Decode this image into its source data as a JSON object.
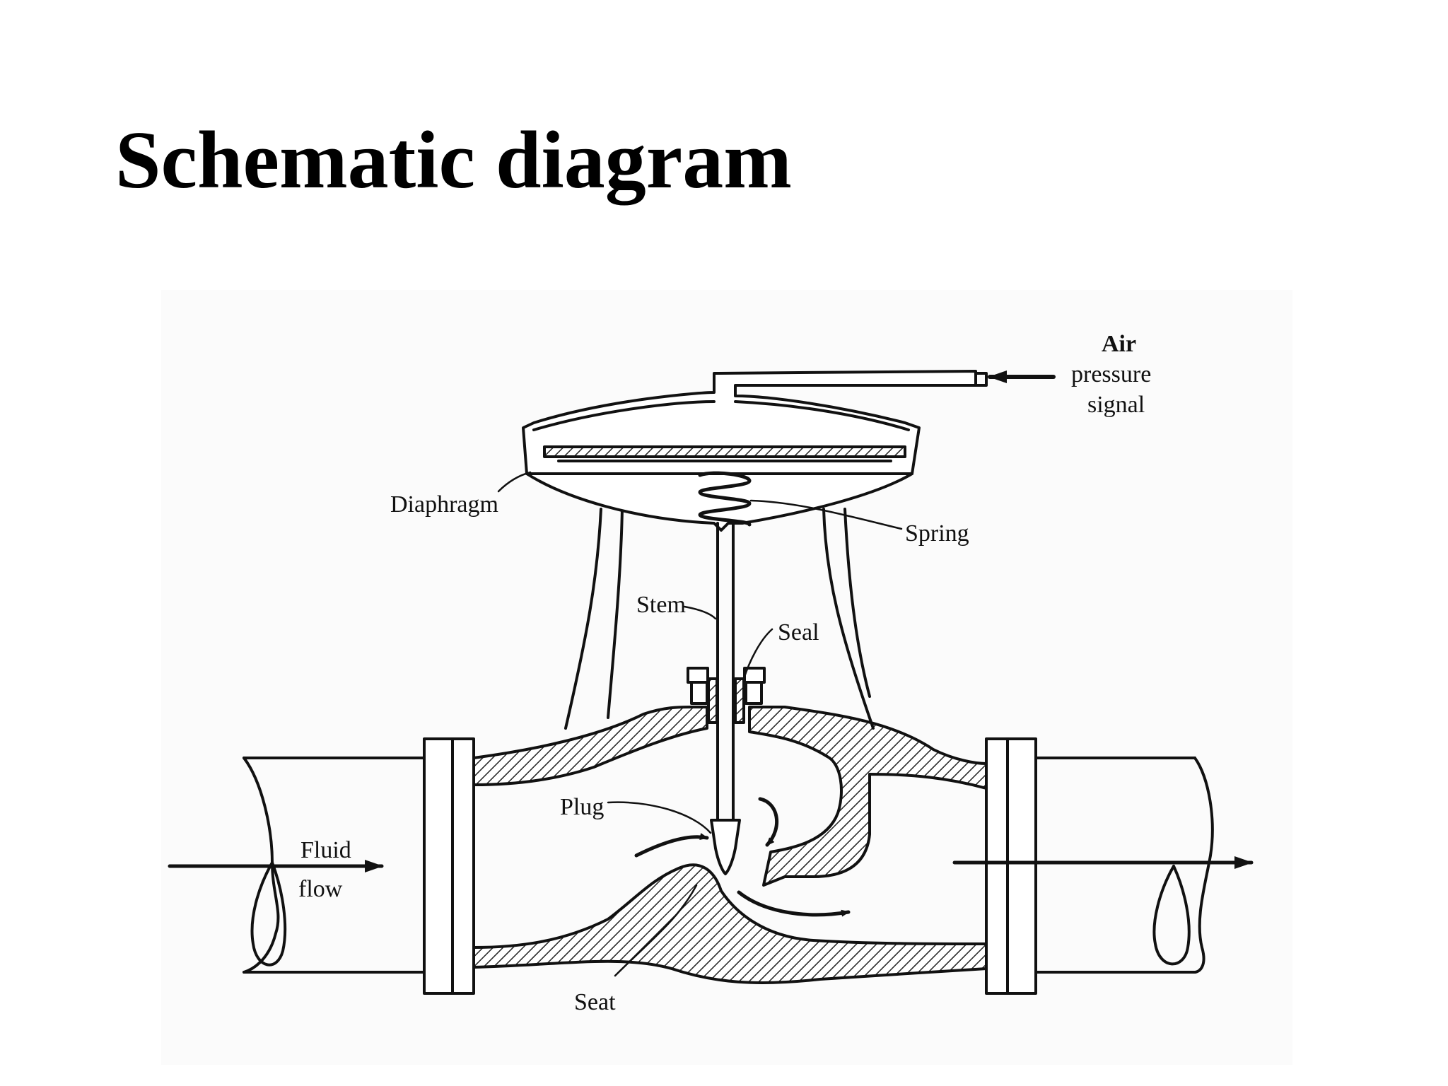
{
  "slide": {
    "title": "Schematic diagram"
  },
  "diagram": {
    "labels": {
      "air_pressure_line1": "Air",
      "air_pressure_line2": "pressure",
      "air_pressure_line3": "signal",
      "diaphragm": "Diaphragm",
      "spring": "Spring",
      "stem": "Stem",
      "seal": "Seal",
      "plug": "Plug",
      "fluid_flow_line1": "Fluid",
      "fluid_flow_line2": "flow",
      "seat": "Seat"
    },
    "colors": {
      "ink": "#111111",
      "figure_background": "#fbfbfb",
      "hatch": "#222222"
    }
  }
}
